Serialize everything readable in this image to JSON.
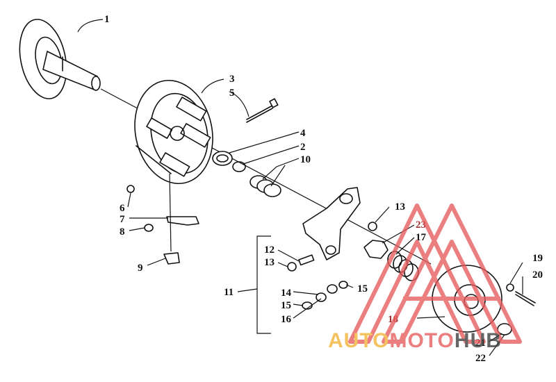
{
  "callouts": {
    "c1": "1",
    "c3": "3",
    "c5": "5",
    "c4": "4",
    "c2": "2",
    "c10": "10",
    "c6": "6",
    "c7": "7",
    "c8": "8",
    "c9": "9",
    "c13a": "13",
    "c23": "23",
    "c17": "17",
    "c12": "12",
    "c13b": "13",
    "c11": "11",
    "c14": "14",
    "c15a": "15",
    "c15b": "15",
    "c16": "16",
    "c18": "18",
    "c19": "19",
    "c20": "20",
    "c21": "21",
    "c22": "22"
  },
  "watermark": {
    "word_auto": "AUTO",
    "word_moto": "MOTO",
    "word_hub": "HUB",
    "color_auto": "#f2b233",
    "color_moto": "#e65a5a",
    "color_hub": "#3a3a3a"
  }
}
